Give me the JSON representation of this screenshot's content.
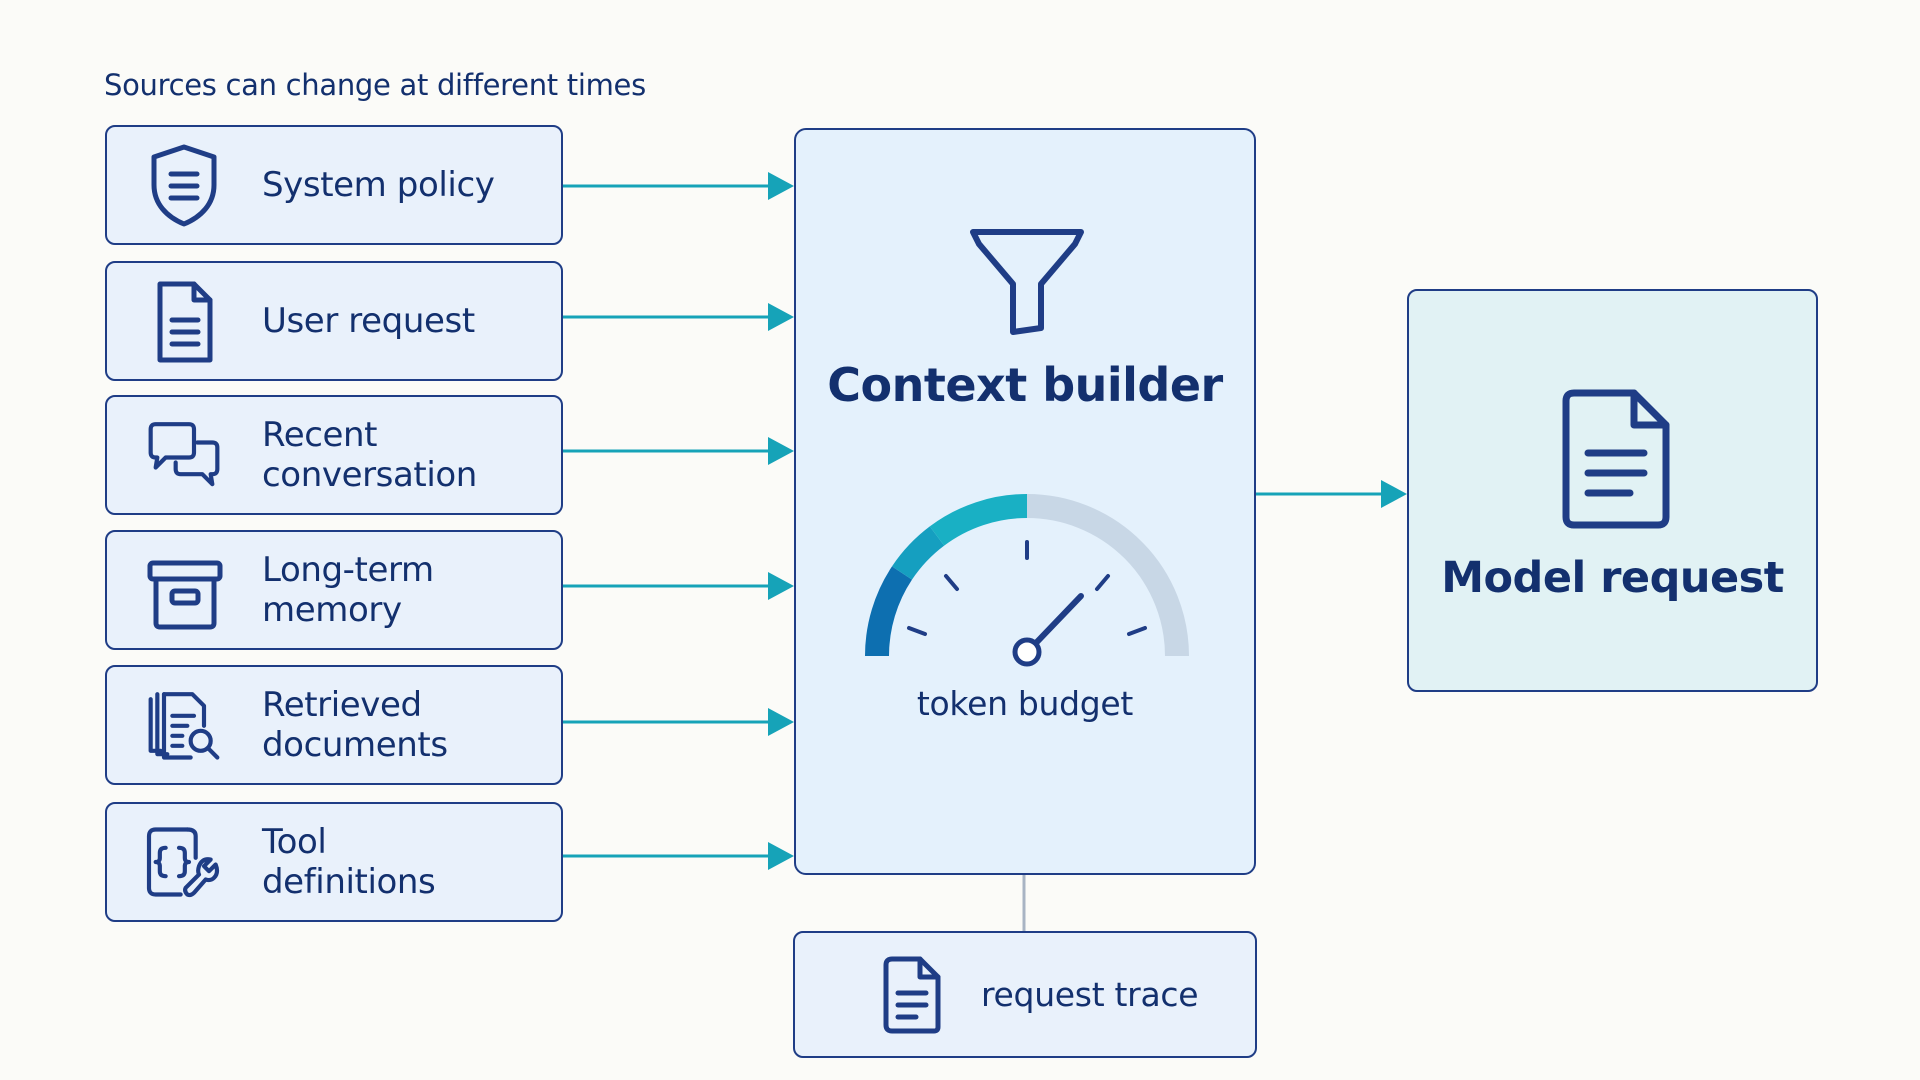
{
  "heading": "Sources can change at different times",
  "sources": [
    {
      "label": "System policy",
      "icon": "shield-icon"
    },
    {
      "label": "User request",
      "icon": "document-icon"
    },
    {
      "label": "Recent\nconversation",
      "icon": "chat-bubbles-icon"
    },
    {
      "label": "Long-term\nmemory",
      "icon": "archive-box-icon"
    },
    {
      "label": "Retrieved\ndocuments",
      "icon": "document-search-icon"
    },
    {
      "label": "Tool\ndefinitions",
      "icon": "code-wrench-icon"
    }
  ],
  "builder": {
    "title": "Context builder",
    "icon": "funnel-icon",
    "gauge_label": "token budget",
    "gauge_icon": "gauge-icon"
  },
  "model": {
    "title": "Model request",
    "icon": "document-icon"
  },
  "trace": {
    "label": "request trace",
    "icon": "document-icon"
  },
  "colors": {
    "arrow": "#16a3b8",
    "border": "#1f3d86",
    "text": "#13306e",
    "gauge_dark": "#0d6fb0",
    "gauge_teal": "#19b0c4",
    "gauge_track": "#c8d7e6"
  }
}
